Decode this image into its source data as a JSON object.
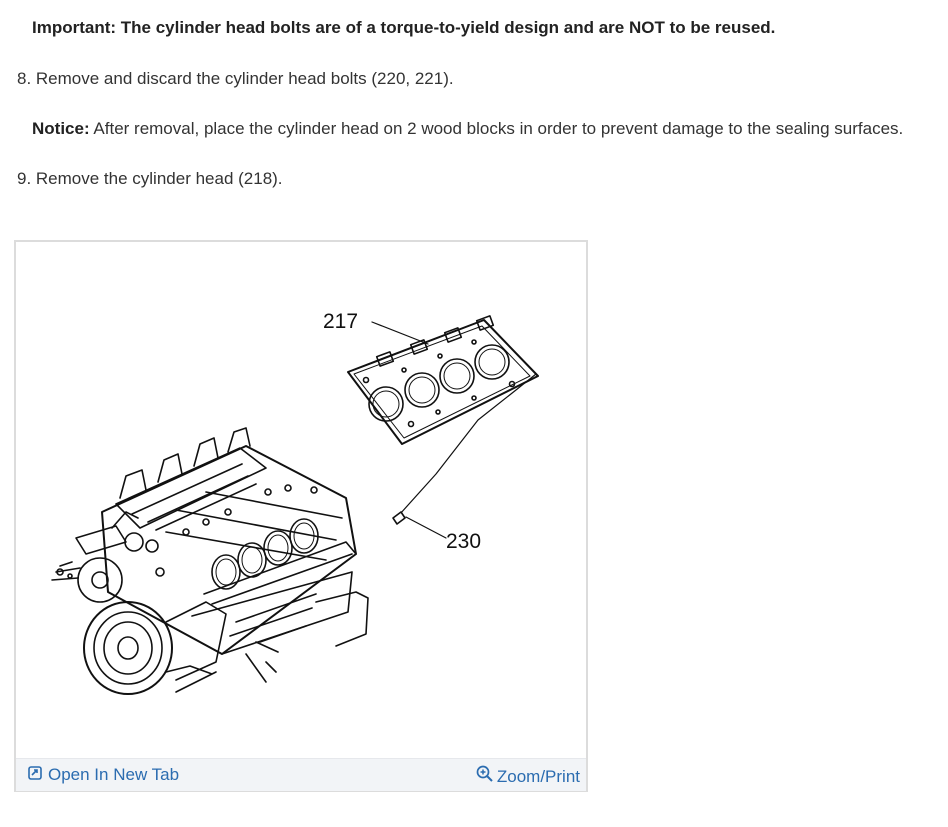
{
  "instructions": {
    "important_label": "Important:",
    "important_text": " The cylinder head bolts are of a torque-to-yield design and are NOT to be reused.",
    "step8": "8. Remove and discard the cylinder head bolts (220, 221).",
    "notice_label": "Notice:",
    "notice_text": " After removal, place the cylinder head on 2 wood blocks in order to prevent damage to the sealing surfaces.",
    "step9": "9. Remove the cylinder head (218)."
  },
  "figure": {
    "callout_gasket": "217",
    "callout_pin": "230",
    "open_in_new_tab": "Open In New Tab",
    "zoom_print": "Zoom/Print",
    "accent_color": "#2b6cb0"
  }
}
